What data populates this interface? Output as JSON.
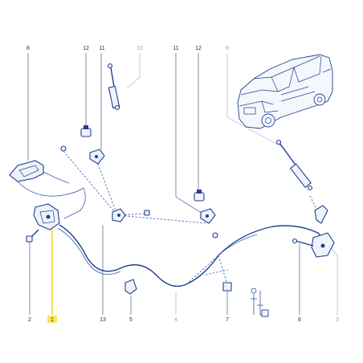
{
  "callouts": {
    "c8": "8",
    "c12a": "12",
    "c11a": "11",
    "c10": "10",
    "c11b": "11",
    "c12b": "12",
    "c9": "9",
    "c2": "2",
    "c1": "1",
    "c13": "13",
    "c5": "5",
    "c4": "4",
    "c7": "7",
    "c6": "6",
    "c3": "3"
  },
  "colors": {
    "part_stroke": "#1f3f8f",
    "highlight": "#f6e75a",
    "grey_label": "#9aa3b5"
  }
}
